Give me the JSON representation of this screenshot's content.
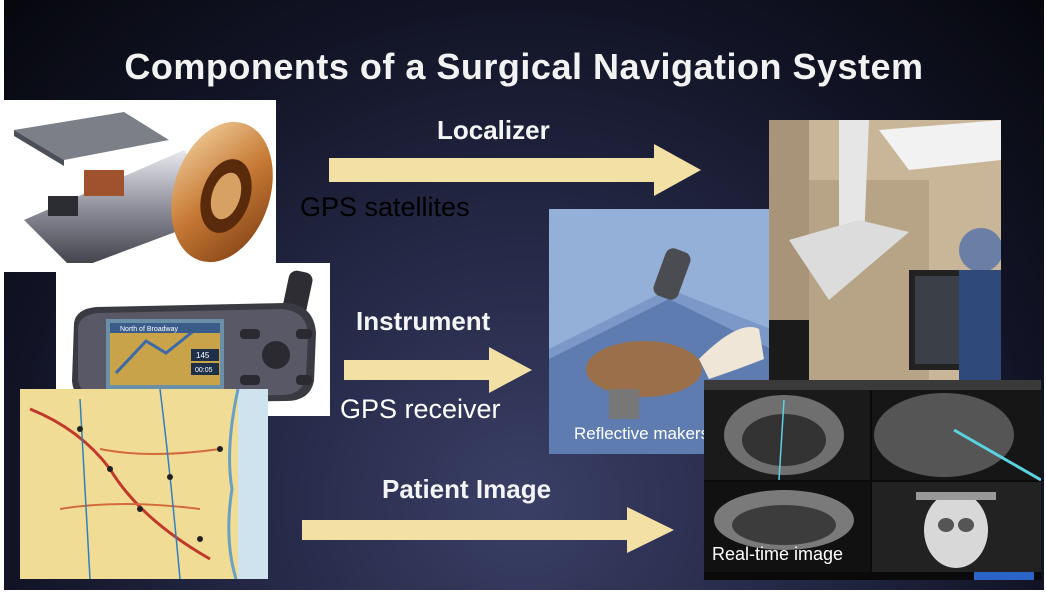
{
  "slide": {
    "title": "Components of a Surgical Navigation System",
    "rows": [
      {
        "label": "Localizer",
        "caption": "GPS satellites"
      },
      {
        "label": "Instrument",
        "caption": "GPS receiver"
      },
      {
        "label": "Patient Image",
        "caption": "Real-time image"
      }
    ],
    "or_caption": "Reflective makers",
    "gps_screen": {
      "street": "North of Broadway",
      "distance": "145",
      "time": "00:05"
    }
  }
}
